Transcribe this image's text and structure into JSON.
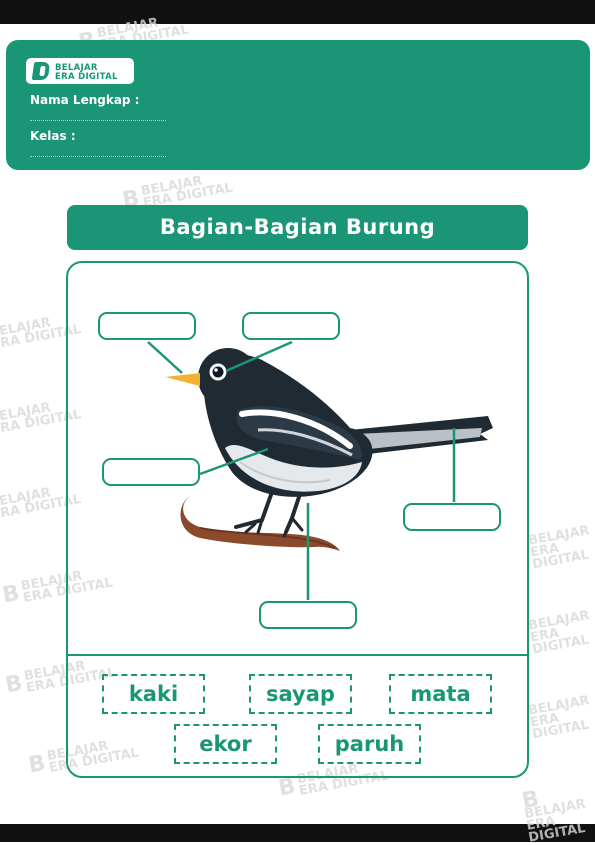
{
  "brand": {
    "line1": "BELAJAR",
    "line2": "ERA DIGITAL"
  },
  "form": {
    "name_label": "Nama Lengkap :",
    "class_label": "Kelas :"
  },
  "title": "Bagian-Bagian Burung",
  "word_bank": {
    "row1": [
      "kaki",
      "sayap",
      "mata"
    ],
    "row2": [
      "ekor",
      "paruh"
    ]
  },
  "colors": {
    "accent": "#1a9677",
    "beak": "#f2b233",
    "branch": "#8b4a2b",
    "bird_dark": "#1f2a33"
  }
}
